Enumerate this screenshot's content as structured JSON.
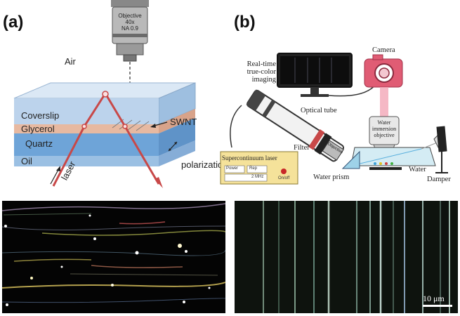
{
  "panel_a": {
    "label": "(a)",
    "objective_text": [
      "Objective",
      "40x",
      "NA 0.9"
    ],
    "air": "Air",
    "coverslip": "Coverslip",
    "glycerol": "Glycerol",
    "quartz": "Quartz",
    "oil": "Oil",
    "swnt": "SWNT",
    "polarization": "polarization",
    "laser": "laser"
  },
  "panel_b": {
    "label": "(b)",
    "imaging": [
      "Real-time",
      "true-color",
      "imaging"
    ],
    "camera": "Camera",
    "optical_tube": "Optical tube",
    "filter": "Filter",
    "objective_small": "Objective",
    "water_immersion": [
      "Water",
      "immersion",
      "objective"
    ],
    "water": "Water",
    "water_prism": "Water prism",
    "damper": "Damper",
    "laser_box": {
      "title": "Supercontinuum laser",
      "power": "Power",
      "rep": "Rep",
      "rate": "2 MHz",
      "onoff": "On/off"
    }
  },
  "micrograph_b": {
    "scale_bar": "10 μm"
  },
  "colors": {
    "coverslip": "#bcd3ec",
    "glycerol": "#e7b9a1",
    "quartz": "#6ea4d8",
    "oil": "#9bc0e3",
    "laser": "#c84848",
    "camera": "#e05c74",
    "lightpath": "#f2a6b6"
  }
}
